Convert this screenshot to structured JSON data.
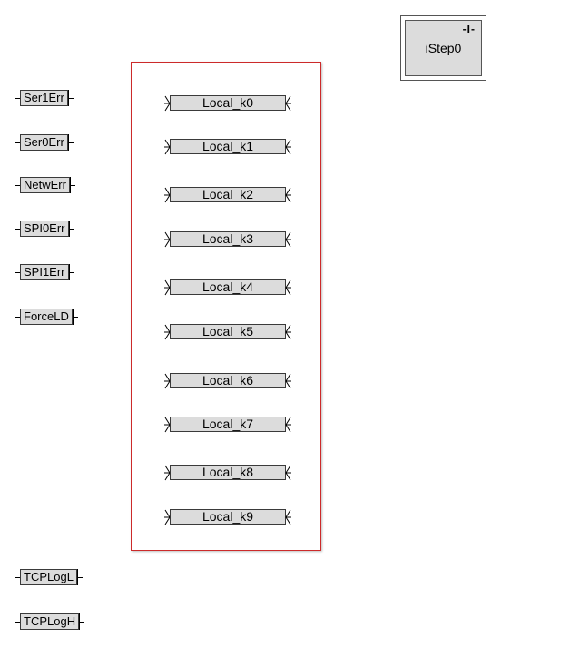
{
  "input_tags": [
    "Ser1Err",
    "Ser0Err",
    "NetwErr",
    "SPI0Err",
    "SPI1Err",
    "ForceLD",
    "TCPLogL",
    "TCPLogH"
  ],
  "local_tags": [
    "Local_k0",
    "Local_k1",
    "Local_k2",
    "Local_k3",
    "Local_k4",
    "Local_k5",
    "Local_k6",
    "Local_k7",
    "Local_k8",
    "Local_k9"
  ],
  "step_block": {
    "label": "iStep0",
    "marker": "-I-"
  },
  "colors": {
    "selection_border": "#cc2a2a",
    "tag_fill": "#dcdcdc",
    "tag_border": "#3a3a3a"
  }
}
